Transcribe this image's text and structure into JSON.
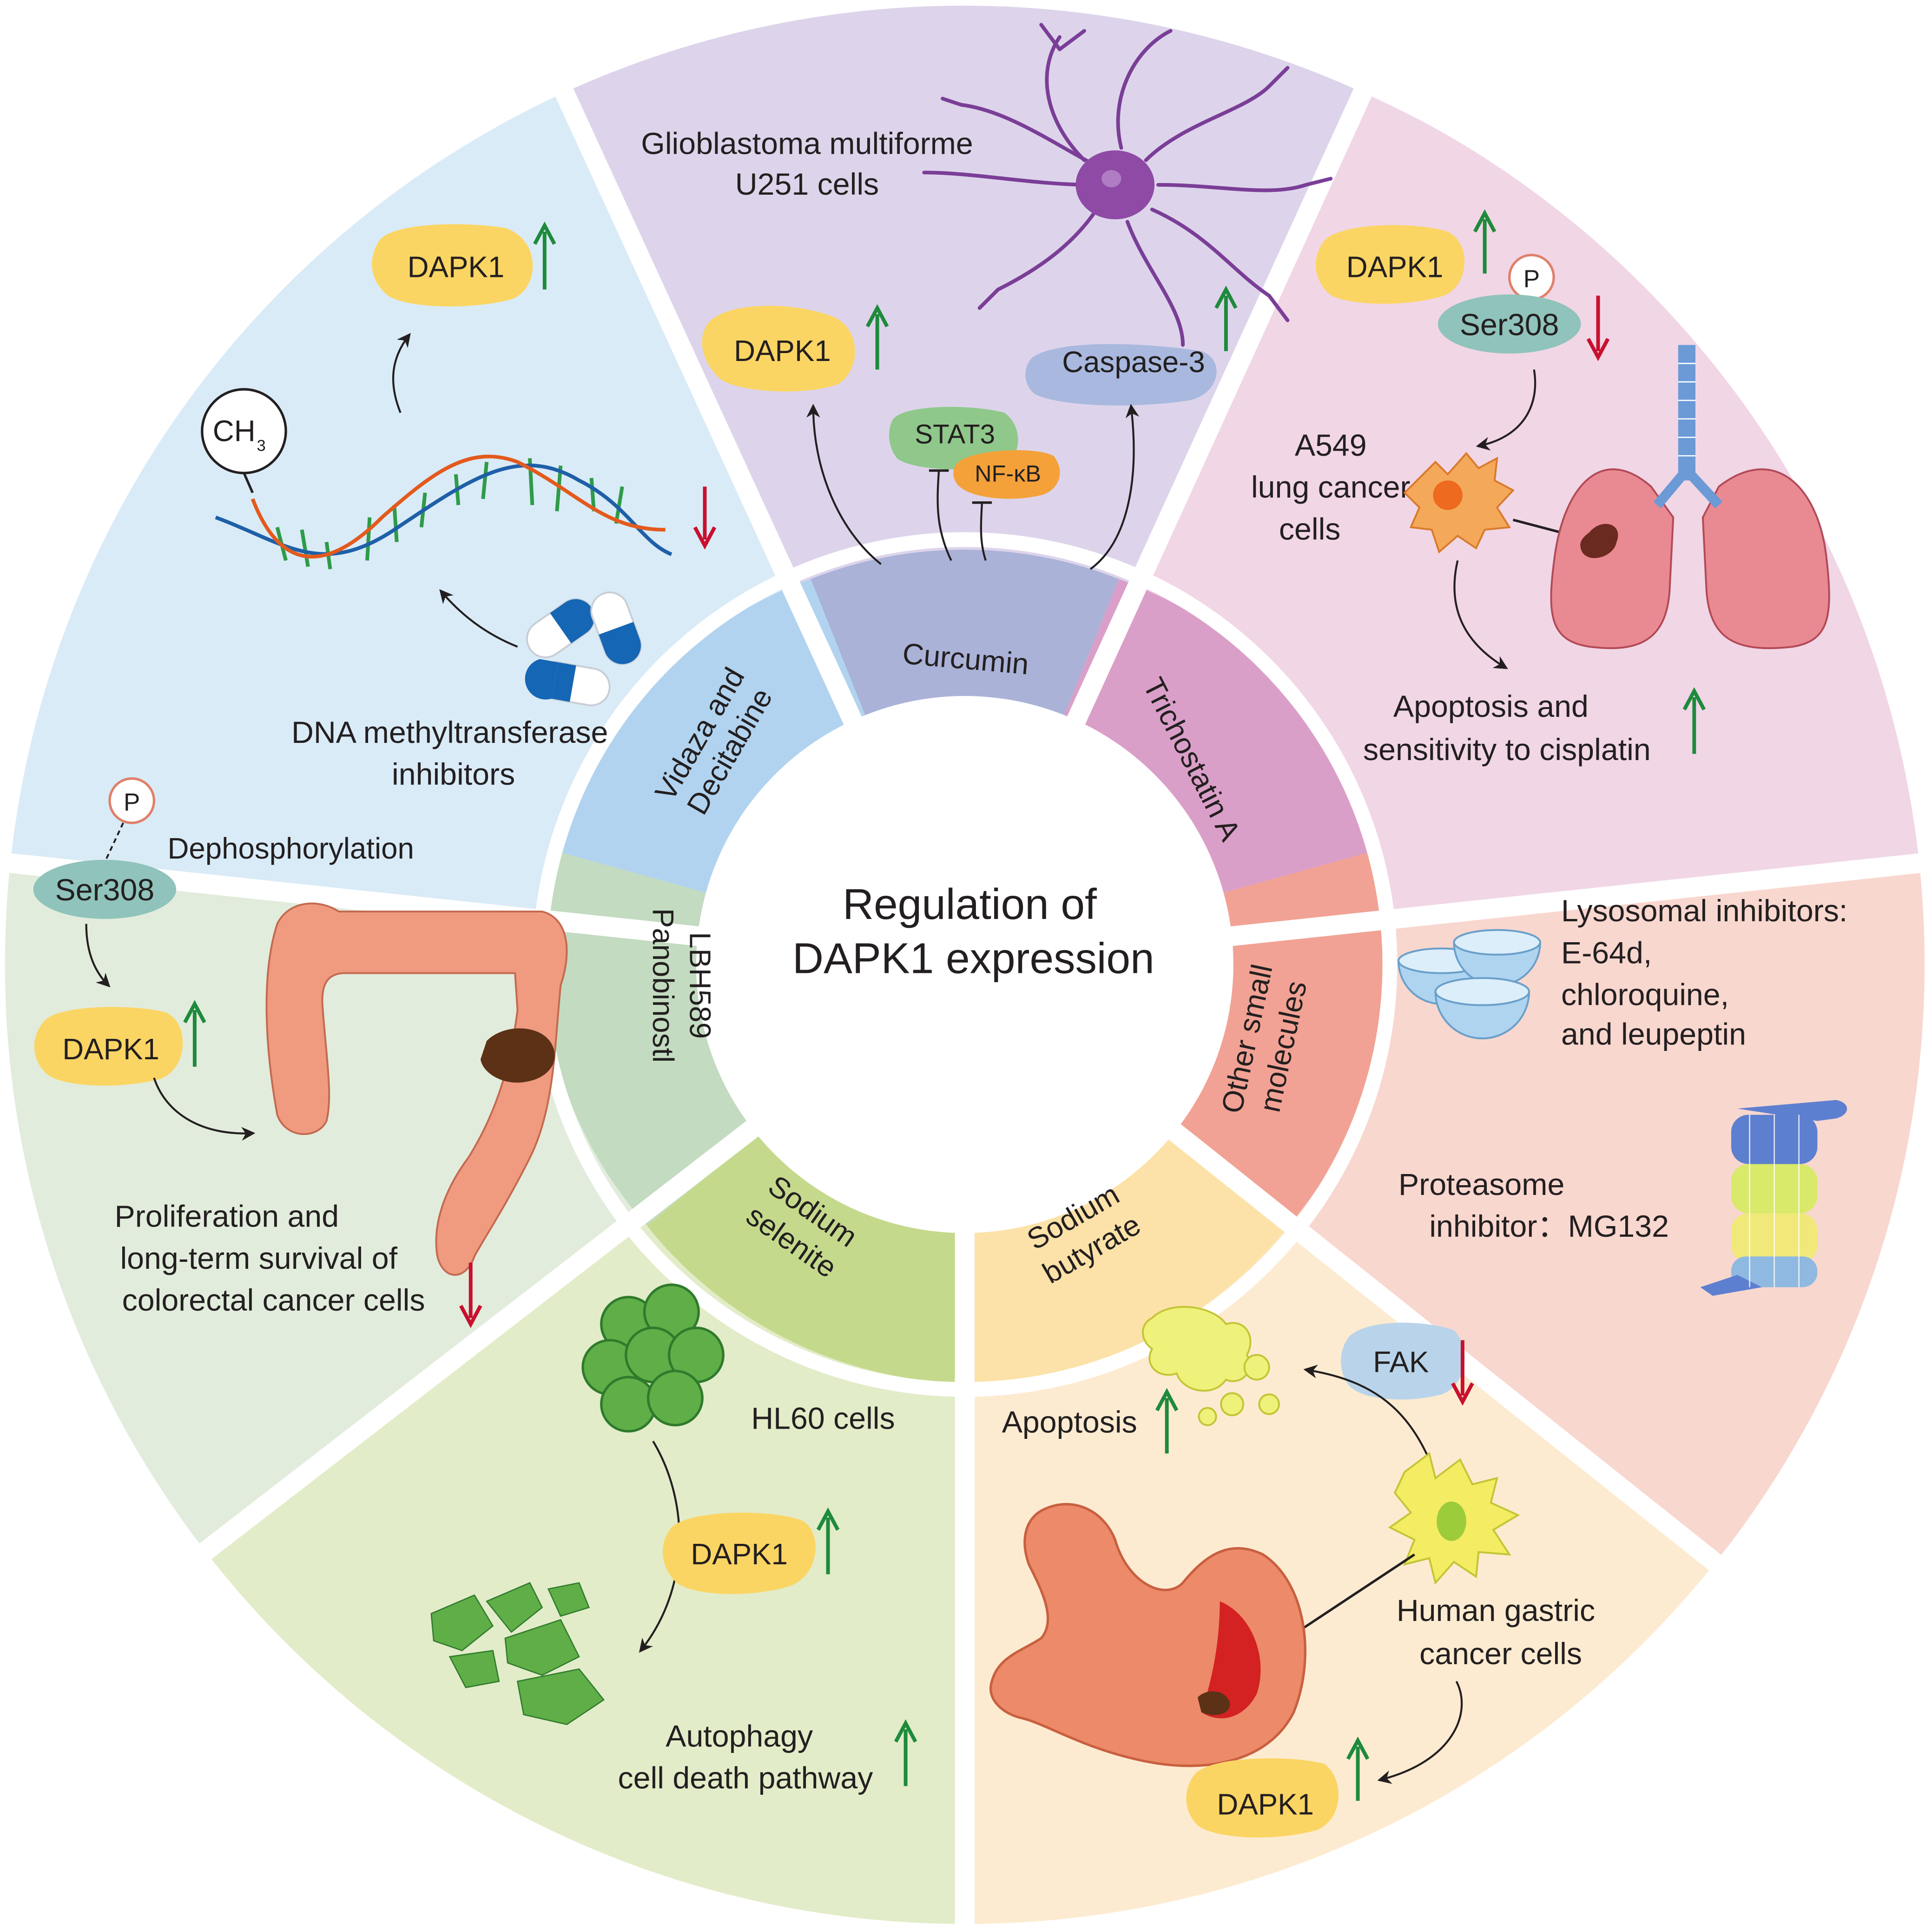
{
  "center": {
    "line1": "Regulation of",
    "line2": "DAPK1 expression"
  },
  "ring_labels": {
    "curcumin": "Curcumin",
    "vidaza_1": "Vidaza and",
    "vidaza_2": "Decitabine",
    "tricho": "Trichostatin A",
    "other_1": "Other small",
    "other_2": "molecules",
    "pano_1": "Panobinostl",
    "pano_2": "LBH589",
    "butyrate_1": "Sodium",
    "butyrate_2": "butyrate",
    "selenite_1": "Sodium",
    "selenite_2": "selenite"
  },
  "curcumin": {
    "cell_1": "Glioblastoma multiforme",
    "cell_2": "U251 cells",
    "dapk1": "DAPK1",
    "stat3": "STAT3",
    "nfkb": "NF-κB",
    "caspase": "Caspase-3"
  },
  "vidaza": {
    "dapk1": "DAPK1",
    "ch3": "CH",
    "ch3_sub": "3",
    "inhib_1": "DNA methyltransferase",
    "inhib_2": "inhibitors"
  },
  "tricho": {
    "dapk1": "DAPK1",
    "p": "P",
    "ser": "Ser308",
    "cell_1": "A549",
    "cell_2": "lung cancer",
    "cell_3": "cells",
    "out_1": "Apoptosis and",
    "out_2": "sensitivity to cisplatin"
  },
  "pano": {
    "p": "P",
    "dephos": "Dephosphorylation",
    "ser": "Ser308",
    "dapk1": "DAPK1",
    "out_1": "Proliferation and",
    "out_2": "long-term survival of",
    "out_3": "colorectal cancer cells"
  },
  "other": {
    "lyso_1": "Lysosomal inhibitors:",
    "lyso_2": "E-64d,",
    "lyso_3": "chloroquine,",
    "lyso_4": "and leupeptin",
    "prot_1": "Proteasome",
    "prot_2": "inhibitor：MG132"
  },
  "selenite": {
    "cells": "HL60 cells",
    "dapk1": "DAPK1",
    "out_1": "Autophagy",
    "out_2": "cell death pathway"
  },
  "butyrate": {
    "fak": "FAK",
    "apoptosis": "Apoptosis",
    "cell_1": "Human gastric",
    "cell_2": "cancer cells",
    "dapk1": "DAPK1"
  },
  "colors": {
    "up_arrow": "#1e8a3c",
    "down_arrow": "#c8102e",
    "dapk1_blob": "#fbd563",
    "ser_blob": "#8fc3bb"
  }
}
